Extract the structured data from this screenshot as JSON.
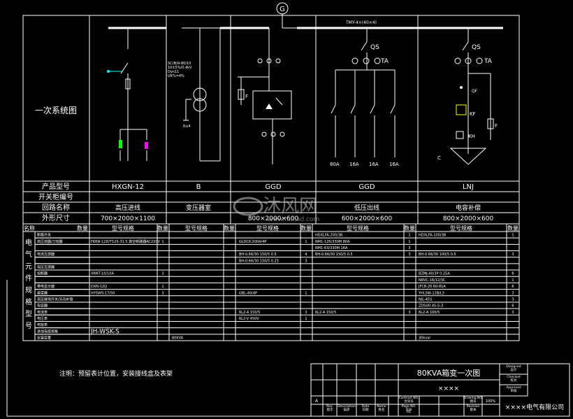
{
  "generator_symbol": "G",
  "busbar_label": "TMY-4×(40×4)",
  "section_title": "一次系统图",
  "columns": [
    {
      "model": "HXGN-12",
      "circuit_name": "高压进线",
      "dims": "700×2000×1100"
    },
    {
      "model": "B",
      "circuit_name": "变压器室",
      "dims": ""
    },
    {
      "model": "GGD",
      "circuit_name": "",
      "dims": "800×2000×600"
    },
    {
      "model": "GGD",
      "circuit_name": "低压出线",
      "dims": "600×2000×600"
    },
    {
      "model": "LNJ",
      "circuit_name": "电容补偿",
      "dims": "800×2000×600"
    }
  ],
  "row_labels": {
    "model": "产品型号",
    "cabinet_no": "开关柜编号",
    "circuit": "回路名称",
    "dims": "外形尺寸"
  },
  "schematic_labels": {
    "qs1": "QS",
    "ta1": "TA",
    "qs2": "QS",
    "ta2": "TA",
    "qf": "QF",
    "kf": "KF",
    "kh": "KH",
    "f1": "F",
    "f2": "F",
    "c": "C",
    "breaker_ratings": [
      "80A",
      "16A",
      "16A",
      "16A"
    ],
    "transformer_note": "SC(B)9-80/10\n10±5%/0.4kV\nDyn11\nUK%=4%",
    "ground_note": "R≤4"
  },
  "spec_header": {
    "name_label": "名称",
    "qty_label": "数量",
    "model_spec_label": "型号规格",
    "group_label": "电气元件规格型号"
  },
  "spec_rows": [
    {
      "name": "断路开关",
      "c1": "",
      "q1": "",
      "c2": "",
      "q2": "",
      "c3": "",
      "q3": "",
      "c4": "HDXLFA-200/3B",
      "q4": "1",
      "c5": "HDXLFA-100/3B",
      "q5": "1"
    },
    {
      "name": "高压熔器/刀熔器",
      "c1": "FKRN-12D/T125-31.5 真空断路器AC220V",
      "q1": "1",
      "c2": "",
      "q2": "",
      "c3": "GLDCK-200A/4P",
      "q3": "1",
      "c4": "NM1-125/330M 80A",
      "q4": "1",
      "c5": "",
      "q5": ""
    },
    {
      "name": "",
      "c1": "",
      "q1": "",
      "c2": "",
      "q2": "",
      "c3": "",
      "q3": "",
      "c4": "NM1-63/330M 16A",
      "q4": "3",
      "c5": "",
      "q5": ""
    },
    {
      "name": "电流互感器",
      "c1": "",
      "q1": "",
      "c2": "",
      "q2": "",
      "c3": "BH-0.66/30 150/5 0.5",
      "q3": "4",
      "c4": "BH-0.66/30 150/5 0.5",
      "q4": "3",
      "c5": "BH-0.66/30 100/5 0.5",
      "q5": "3"
    },
    {
      "name": "",
      "c1": "",
      "q1": "",
      "c2": "",
      "q2": "",
      "c3": "BH-0.66/30 150/5 0.25",
      "q3": "3",
      "c4": "",
      "q4": "",
      "c5": "",
      "q5": ""
    },
    {
      "name": "电压互感器",
      "c1": "",
      "q1": "",
      "c2": "",
      "q2": "",
      "c3": "",
      "q3": "",
      "c4": "",
      "q4": "",
      "c5": "",
      "q5": ""
    },
    {
      "name": "熔断器",
      "c1": "XRNT-10/10A",
      "q1": "3",
      "c2": "",
      "q2": "",
      "c3": "",
      "q3": "",
      "c4": "",
      "q4": "",
      "c5": "BZMJ-40/3P 0.25A",
      "q5": "6"
    },
    {
      "name": "",
      "c1": "",
      "q1": "",
      "c2": "",
      "q2": "",
      "c3": "",
      "q3": "",
      "c4": "",
      "q4": "",
      "c5": "NRVC-16/12/3C",
      "q5": "1"
    },
    {
      "name": "带电显示器",
      "c1": "DXN-12Q",
      "q1": "1",
      "c2": "",
      "q2": "",
      "c3": "",
      "q3": "",
      "c4": "",
      "q4": "",
      "c5": "JFC8-20 60-81A",
      "q5": "6"
    },
    {
      "name": "避雷器",
      "c1": "HY5WS-17/50",
      "q1": "3",
      "c2": "",
      "q2": "",
      "c3": "GBL-40/4P",
      "q3": "1",
      "c4": "",
      "q4": "",
      "c5": "YHL5W-12B/L3",
      "q5": "3"
    },
    {
      "name": "高压接地开关/无功补偿",
      "c1": "",
      "q1": "",
      "c2": "",
      "q2": "",
      "c3": "",
      "q3": "",
      "c4": "",
      "q4": "",
      "c5": "NJL-45S",
      "q5": "3"
    },
    {
      "name": "电容器",
      "c1": "",
      "q1": "",
      "c2": "",
      "q2": "",
      "c3": "",
      "q3": "",
      "c4": "",
      "q4": "",
      "c5": "ZDSU0.45-5-3",
      "q5": "6"
    },
    {
      "name": "电流表",
      "c1": "",
      "q1": "",
      "c2": "",
      "q2": "",
      "c3": "6L2-A 150/5",
      "q3": "3",
      "c4": "6L2-A 150/5",
      "q4": "3",
      "c5": "6L2-A 100/5",
      "q5": "3"
    },
    {
      "name": "电压表",
      "c1": "",
      "q1": "",
      "c2": "",
      "q2": "",
      "c3": "6L2-V 450V",
      "q3": "1",
      "c4": "",
      "q4": "",
      "c5": "",
      "q5": ""
    },
    {
      "name": "电能表",
      "c1": "",
      "q1": "",
      "c2": "",
      "q2": "",
      "c3": "",
      "q3": "",
      "c4": "",
      "q4": "",
      "c5": "",
      "q5": ""
    },
    {
      "name": "进线电缆规格",
      "c1": "JH-WSK-S",
      "q1": "",
      "c2": "",
      "q2": "",
      "c3": "",
      "q3": "",
      "c4": "",
      "q4": "",
      "c5": "",
      "q5": ""
    },
    {
      "name": "安装容量",
      "c1": "",
      "q1": "",
      "c2": "80KVA",
      "q2": "",
      "c3": "",
      "q3": "",
      "c4": "",
      "q4": "",
      "c5": "30kvar",
      "q5": ""
    }
  ],
  "note": "注明：预留表计位置，安装接线盒及表架",
  "watermark": {
    "brand": "沐风网",
    "url": "www.mfcad.com"
  },
  "title_block": {
    "drawing_title": "80KVA箱变一次图",
    "project": "××××",
    "company": "××××电气有限公司",
    "designed": "Designed\n设计",
    "checked": "Checked\n校对",
    "approved": "Approved\n审核",
    "rev_row_label": "A",
    "rev": "Rev.\n版次",
    "description": "Description\n描述",
    "date": "Date\n日期",
    "name": "Name\n姓名",
    "contract": "Contract NO.\n合同号",
    "page": "Page NO.\n页号",
    "page_val": "01",
    "drawing_no": "Drawing NO.\n图号",
    "revision": "Revision\n版本",
    "scale": "100%"
  }
}
